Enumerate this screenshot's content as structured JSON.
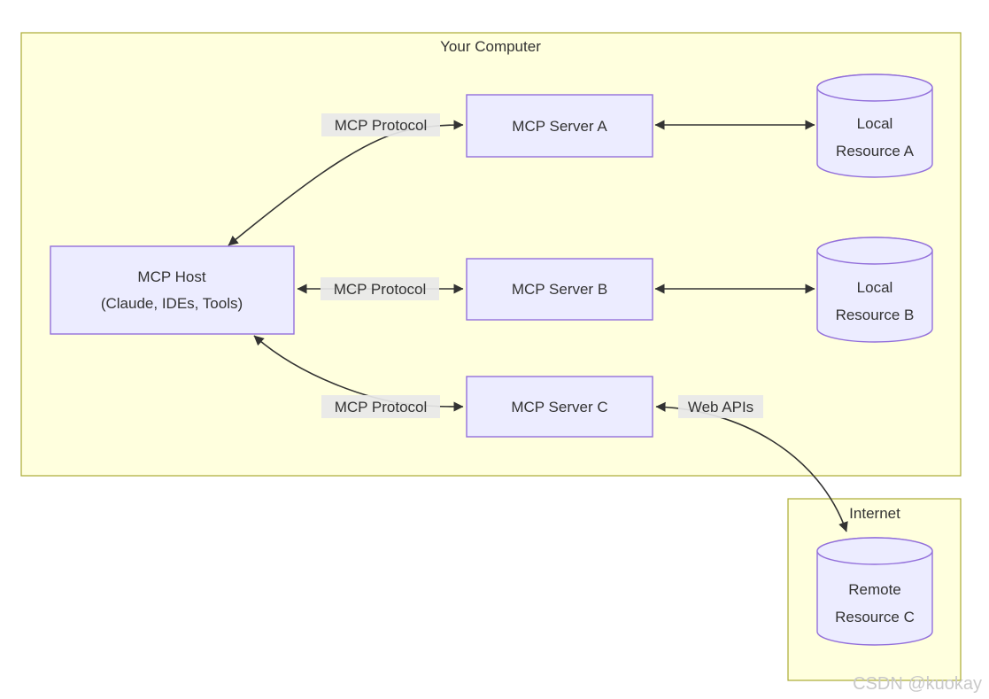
{
  "diagram": {
    "type": "flowchart",
    "clusters": {
      "your_computer": {
        "title": "Your Computer"
      },
      "internet": {
        "title": "Internet"
      }
    },
    "nodes": {
      "mcp_host": {
        "lines": [
          "MCP Host",
          "(Claude, IDEs, Tools)"
        ]
      },
      "mcp_server_a": {
        "label": "MCP Server A"
      },
      "mcp_server_b": {
        "label": "MCP Server B"
      },
      "mcp_server_c": {
        "label": "MCP Server C"
      },
      "local_resource_a": {
        "shape": "cylinder",
        "lines": [
          "Local",
          "Resource A"
        ]
      },
      "local_resource_b": {
        "shape": "cylinder",
        "lines": [
          "Local",
          "Resource B"
        ]
      },
      "remote_resource_c": {
        "shape": "cylinder",
        "lines": [
          "Remote",
          "Resource C"
        ]
      }
    },
    "edge_labels": {
      "host_server_a": "MCP Protocol",
      "host_server_b": "MCP Protocol",
      "host_server_c": "MCP Protocol",
      "server_c_remote": "Web APIs"
    },
    "edges": [
      {
        "from": "mcp_host",
        "to": "mcp_server_a",
        "label": "MCP Protocol",
        "bidirectional": true
      },
      {
        "from": "mcp_server_a",
        "to": "local_resource_a",
        "bidirectional": true
      },
      {
        "from": "mcp_host",
        "to": "mcp_server_b",
        "label": "MCP Protocol",
        "bidirectional": true
      },
      {
        "from": "mcp_server_b",
        "to": "local_resource_b",
        "bidirectional": true
      },
      {
        "from": "mcp_host",
        "to": "mcp_server_c",
        "label": "MCP Protocol",
        "bidirectional": true
      },
      {
        "from": "mcp_server_c",
        "to": "remote_resource_c",
        "label": "Web APIs",
        "bidirectional": true
      }
    ],
    "colors": {
      "cluster_fill": "#ffffde",
      "cluster_border": "#aaaa33",
      "node_fill": "#ECECFF",
      "node_border": "#9370DB",
      "edge": "#333333",
      "edge_label_bg": "#e8e8e8",
      "text": "#333333",
      "watermark": "#c9c9c9"
    }
  },
  "watermark": {
    "text": "CSDN @kuokay"
  }
}
